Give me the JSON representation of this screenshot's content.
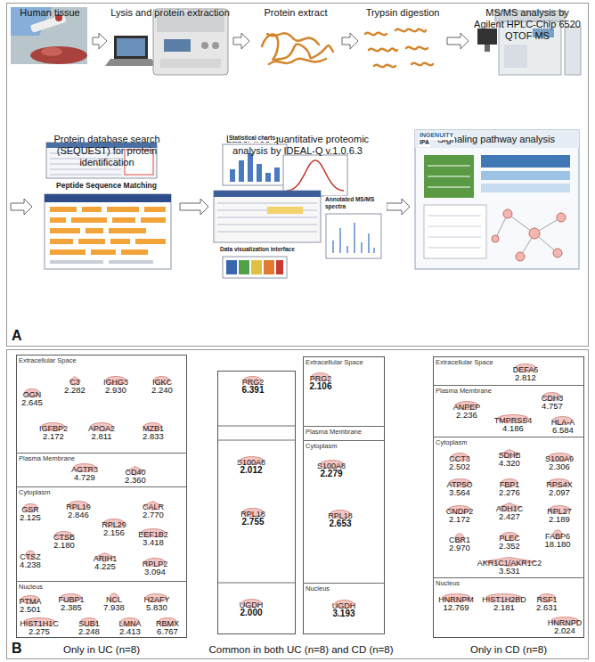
{
  "diagram": {
    "nodes": [
      {
        "text": [
          "A"
        ]
      },
      {
        "text": [
          "Human tissue"
        ],
        "in": 0
      },
      {
        "text": [
          "Lysis and protein extraction"
        ],
        "in": 0
      },
      {
        "text": [
          "Protein extract"
        ],
        "in": 0
      },
      {
        "text": [
          "Trypsin digestion"
        ],
        "in": 0
      },
      {
        "text": [
          "MS/MS analysis by Agilent HPLC-Chip 6520 QTOF MS"
        ],
        "in": 0
      },
      {
        "text": [
          "Protein database search (SEQUEST) for protein identification"
        ],
        "in": 0
      },
      {
        "text": [
          "Label-free quantitative proteomic analysis by IDEAL-Q v.1.0.6.3"
        ],
        "in": 0
      },
      {
        "text": [
          "Signaling pathway analysis"
        ],
        "in": 0
      },
      {
        "text": [
          "B"
        ]
      },
      {
        "text": [
          "Only in UC (n=8)"
        ],
        "in": 9
      },
      {
        "text": [
          "Extracellular Space"
        ],
        "in": 10
      },
      {
        "text": [
          "OGN",
          "2.645"
        ],
        "in": 11
      },
      {
        "text": [
          "C3",
          "2.282"
        ],
        "in": 11
      },
      {
        "text": [
          "IGHG3",
          "2.930"
        ],
        "in": 11
      },
      {
        "text": [
          "IGKC",
          "2.240"
        ],
        "in": 11
      },
      {
        "text": [
          "IGFBP2",
          "2.172"
        ],
        "in": 11
      },
      {
        "text": [
          "APOA2",
          "2.811"
        ],
        "in": 11
      },
      {
        "text": [
          "MZB1",
          "2.833"
        ],
        "in": 11
      },
      {
        "text": [
          "Plasma Membrane"
        ],
        "in": 10
      },
      {
        "text": [
          "AGTR3",
          "4.729"
        ],
        "in": 19
      },
      {
        "text": [
          "CD40",
          "2.360"
        ],
        "in": 19
      },
      {
        "text": [
          "Cytoplasm"
        ],
        "in": 10
      },
      {
        "text": [
          "GSR",
          "2.125"
        ],
        "in": 22
      },
      {
        "text": [
          "RPL19",
          "2.846"
        ],
        "in": 22
      },
      {
        "text": [
          "RPL29",
          "2.156"
        ],
        "in": 22
      },
      {
        "text": [
          "CALR",
          "2.770"
        ],
        "in": 22
      },
      {
        "text": [
          "CTSB",
          "2.180"
        ],
        "in": 22
      },
      {
        "text": [
          "EEF1B2",
          "3.418"
        ],
        "in": 22
      },
      {
        "text": [
          "CTSZ",
          "4.238"
        ],
        "in": 22
      },
      {
        "text": [
          "ARIH1",
          "4.225"
        ],
        "in": 22
      },
      {
        "text": [
          "RPLP2",
          "3.094"
        ],
        "in": 22
      },
      {
        "text": [
          "Nucleus"
        ],
        "in": 10
      },
      {
        "text": [
          "PTMA",
          "2.501"
        ],
        "in": 32
      },
      {
        "text": [
          "FUBP1",
          "2.385"
        ],
        "in": 32
      },
      {
        "text": [
          "NCL",
          "7.938"
        ],
        "in": 32
      },
      {
        "text": [
          "H2AFY",
          "5.830"
        ],
        "in": 32
      },
      {
        "text": [
          "HIST1H1C",
          "2.275"
        ],
        "in": 32
      },
      {
        "text": [
          "SUB1",
          "2.248"
        ],
        "in": 32
      },
      {
        "text": [
          "LMNA",
          "2.413"
        ],
        "in": 32
      },
      {
        "text": [
          "RBMX",
          "6.767"
        ],
        "in": 32
      },
      {
        "text": [
          "Common in both UC (n=8) and CD (n=8)"
        ],
        "in": 9
      },
      {
        "text": [],
        "in": 41
      },
      {
        "text": [
          "PRG2",
          "6.391"
        ],
        "in": 42
      },
      {
        "text": [
          "S100A8",
          "2.012"
        ],
        "in": 42
      },
      {
        "text": [
          "RPL18",
          "2.755"
        ],
        "in": 42
      },
      {
        "text": [
          "UGDH",
          "2.000"
        ],
        "in": 42
      },
      {
        "text": [],
        "in": 41
      },
      {
        "text": [
          "Extracellular Space"
        ],
        "in": 47
      },
      {
        "text": [
          "PRG2",
          "2.106"
        ],
        "in": 48
      },
      {
        "text": [
          "Plasma Membrane"
        ],
        "in": 47
      },
      {
        "text": [
          "Cytoplasm"
        ],
        "in": 47
      },
      {
        "text": [
          "S100A8",
          "2.279"
        ],
        "in": 51
      },
      {
        "text": [
          "RPL18",
          "2.653"
        ],
        "in": 51
      },
      {
        "text": [
          "Nucleus"
        ],
        "in": 47
      },
      {
        "text": [
          "UGDH",
          "3.193"
        ],
        "in": 54
      },
      {
        "text": [
          "Only in CD (n=8)"
        ],
        "in": 9
      },
      {
        "text": [
          "Extracellular Space"
        ],
        "in": 56
      },
      {
        "text": [
          "DEFA6",
          "2.812"
        ],
        "in": 57
      },
      {
        "text": [
          "Plasma Membrane"
        ],
        "in": 56
      },
      {
        "text": [
          "ANPEP",
          "2.236"
        ],
        "in": 59
      },
      {
        "text": [
          "CDH3",
          "4.757"
        ],
        "in": 59
      },
      {
        "text": [
          "TMPRSS4",
          "4.186"
        ],
        "in": 59
      },
      {
        "text": [
          "HLA-A",
          "6.584"
        ],
        "in": 59
      },
      {
        "text": [
          "Cytoplasm"
        ],
        "in": 56
      },
      {
        "text": [
          "CCT3",
          "2.502"
        ],
        "in": 64
      },
      {
        "text": [
          "SDHB",
          "4.320"
        ],
        "in": 64
      },
      {
        "text": [
          "S100A9",
          "2.306"
        ],
        "in": 64
      },
      {
        "text": [
          "ATP5O",
          "3.564"
        ],
        "in": 64
      },
      {
        "text": [
          "FBP1",
          "2.276"
        ],
        "in": 64
      },
      {
        "text": [
          "RPS4X",
          "2.097"
        ],
        "in": 64
      },
      {
        "text": [
          "CNDP2",
          "2.172"
        ],
        "in": 64
      },
      {
        "text": [
          "ADH1C",
          "2.427"
        ],
        "in": 64
      },
      {
        "text": [
          "RPL27",
          "2.189"
        ],
        "in": 64
      },
      {
        "text": [
          "CBR1",
          "2.970"
        ],
        "in": 64
      },
      {
        "text": [
          "PLEC",
          "2.352"
        ],
        "in": 64
      },
      {
        "text": [
          "FABP6",
          "18.180"
        ],
        "in": 64
      },
      {
        "text": [
          "AKR1C1/AKR1C2",
          "3.531"
        ],
        "in": 64
      },
      {
        "text": [
          "Nucleus"
        ],
        "in": 56
      },
      {
        "text": [
          "HNRNPM",
          "12.769"
        ],
        "in": 78
      },
      {
        "text": [
          "HIST1H2BD",
          "2.181"
        ],
        "in": 78
      },
      {
        "text": [
          "RSF1",
          "2.631"
        ],
        "in": 78
      },
      {
        "text": [
          "HNRNPD",
          "2.024"
        ],
        "in": 78
      }
    ],
    "edges": [
      {
        "from": 1,
        "to": 2,
        "arrow": "to"
      },
      {
        "from": 2,
        "to": 3,
        "arrow": "to"
      },
      {
        "from": 3,
        "to": 4,
        "arrow": "to"
      },
      {
        "from": 4,
        "to": 5,
        "arrow": "to"
      },
      {
        "from": 6,
        "to": 7,
        "arrow": "to"
      },
      {
        "from": 7,
        "to": 8,
        "arrow": "to"
      }
    ],
    "labels": [
      "Peptide Sequence Matching",
      "Statistical charts",
      "Annotated MS/MS spectra",
      "Data visualization interface",
      "INGENUITY",
      "IPA"
    ]
  }
}
